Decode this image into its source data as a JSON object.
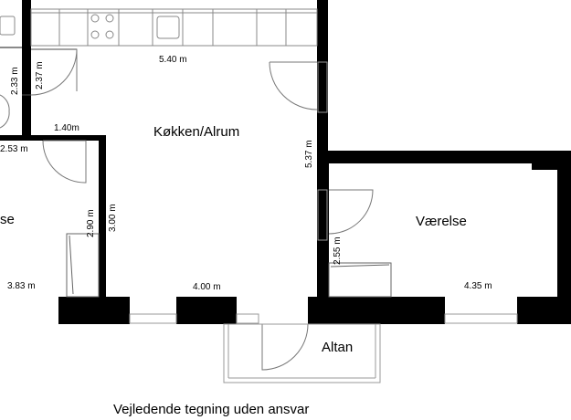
{
  "rooms": {
    "kitchen": "Køkken/Alrum",
    "bedroom_right": "Værelse",
    "bedroom_left_partial": "se",
    "balcony": "Altan"
  },
  "dimensions": {
    "kitchen_width_top": "5.40 m",
    "kitchen_bottom": "4.00 m",
    "kitchen_height": "5.37 m",
    "entry_wall": "1.40m",
    "hall_height": "2.37 m",
    "bath_height": "2.33 m",
    "left_room_top": "2.53 m",
    "left_room_height": "2.90 m",
    "inner_wall": "3.00 m",
    "left_room_bottom": "3.83 m",
    "bedroom_height": "2.55 m",
    "bedroom_width": "4.35 m"
  },
  "caption": "Vejledende tegning uden ansvar"
}
